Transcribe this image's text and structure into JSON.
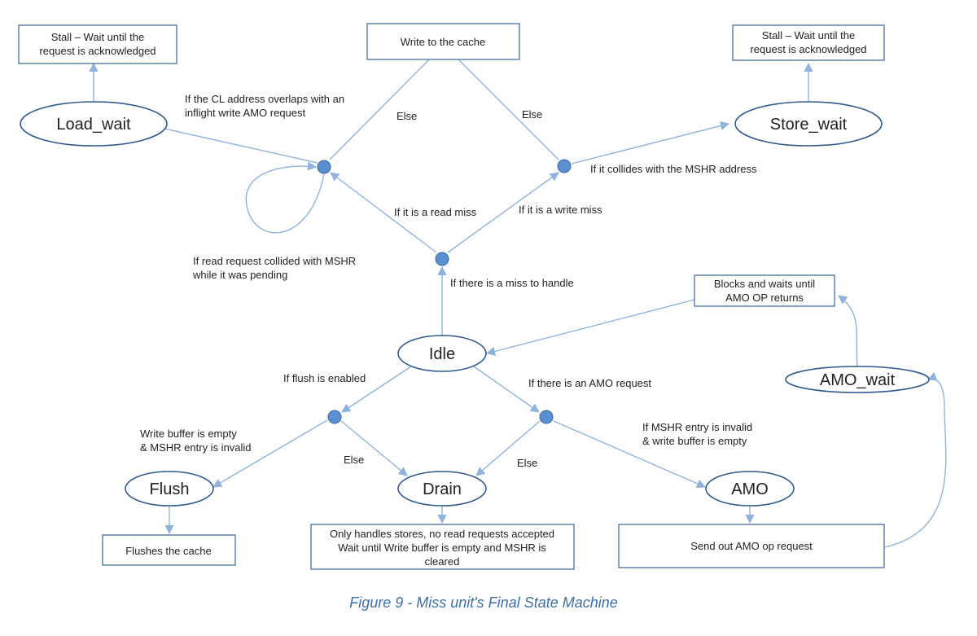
{
  "boxes": {
    "load_stall": [
      "Stall – Wait until the",
      "request is acknowledged"
    ],
    "write_cache": [
      "Write to the cache"
    ],
    "store_stall": [
      "Stall – Wait until the",
      "request is acknowledged"
    ],
    "amo_block": [
      "Blocks and waits until",
      "AMO OP returns"
    ],
    "flush_cache": [
      "Flushes the cache"
    ],
    "drain_info": [
      "Only handles stores, no read requests accepted",
      "Wait until Write buffer is empty and MSHR is",
      "cleared"
    ],
    "amo_send": [
      "Send out AMO op request"
    ]
  },
  "states": {
    "load_wait": "Load_wait",
    "store_wait": "Store_wait",
    "idle": "Idle",
    "flush": "Flush",
    "drain": "Drain",
    "amo": "AMO",
    "amo_wait": "AMO_wait"
  },
  "labels": {
    "cl_overlap": [
      "If the CL address overlaps with an",
      "inflight write AMO request"
    ],
    "else_read": [
      "Else"
    ],
    "else_write": [
      "Else"
    ],
    "mshr_collide": [
      "If it collides with the MSHR address"
    ],
    "read_miss": [
      "If it is a read miss"
    ],
    "write_miss": [
      "If it is a write miss"
    ],
    "self_loop": [
      "If read request collided with MSHR",
      "while it was pending"
    ],
    "miss_handle": [
      "If there is a miss to handle"
    ],
    "flush_enabled": [
      "If flush is enabled"
    ],
    "amo_request": [
      "If there is an AMO request"
    ],
    "flush_cond": [
      "Write buffer is empty",
      "& MSHR entry is invalid"
    ],
    "else_flush": [
      "Else"
    ],
    "else_amo": [
      "Else"
    ],
    "amo_cond": [
      "If MSHR entry is invalid",
      "& write buffer is empty"
    ]
  },
  "caption": "Figure 9 - Miss unit's Final State Machine"
}
